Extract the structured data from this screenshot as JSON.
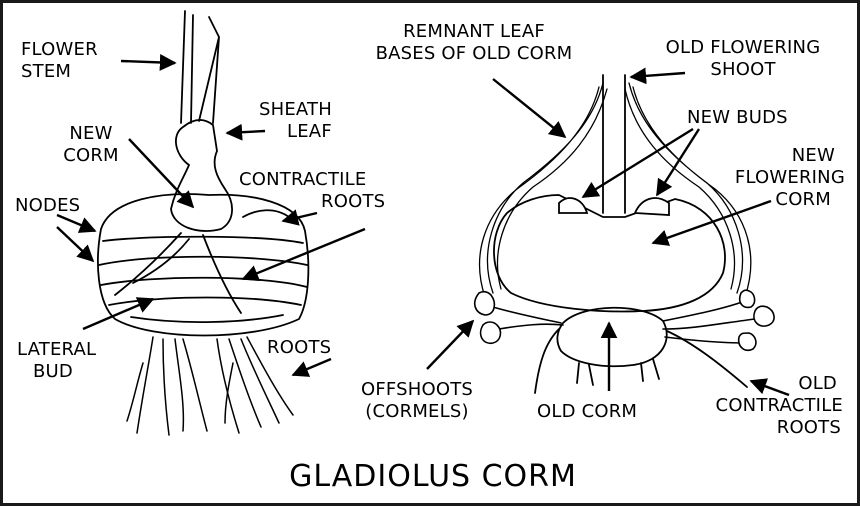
{
  "title": "GLADIOLUS CORM",
  "labels": {
    "flower_stem": [
      "FLOWER",
      "STEM"
    ],
    "sheath_leaf": [
      "SHEATH",
      "LEAF"
    ],
    "new_corm": [
      "NEW",
      "CORM"
    ],
    "contractile_roots": [
      "CONTRACTILE",
      "ROOTS"
    ],
    "nodes": "NODES",
    "lateral_bud": [
      "LATERAL",
      "BUD"
    ],
    "roots": "ROOTS",
    "remnant_leaf": [
      "REMNANT LEAF",
      "BASES OF OLD CORM"
    ],
    "old_flowering_shoot": [
      "OLD FLOWERING",
      "SHOOT"
    ],
    "new_buds": "NEW BUDS",
    "new_flowering_corm": [
      "NEW",
      "FLOWERING",
      "CORM"
    ],
    "offshoots": [
      "OFFSHOOTS",
      "(CORMELS)"
    ],
    "old_corm": "OLD CORM",
    "old_contractile_roots": [
      "OLD",
      "CONTRACTILE",
      "ROOTS"
    ]
  }
}
